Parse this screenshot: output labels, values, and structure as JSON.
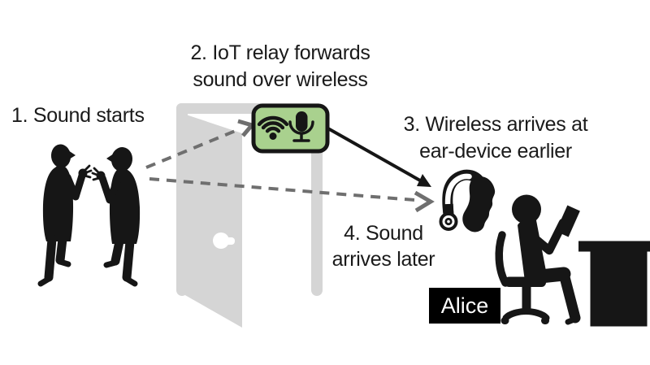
{
  "figure": {
    "type": "concept-diagram",
    "labels": {
      "step1": {
        "text": "1. Sound starts"
      },
      "step2": {
        "line1": "2. IoT relay forwards",
        "line2": "sound over wireless"
      },
      "step3": {
        "line1": "3. Wireless arrives at",
        "line2": "ear-device earlier"
      },
      "step4": {
        "line1": "4. Sound",
        "line2": "arrives later"
      },
      "person_name": "Alice"
    },
    "elements": {
      "speakers": "two people talking",
      "door": "open door between rooms",
      "relay": "IoT relay box with wifi and microphone icons",
      "ear_device": "behind-the-ear hearing aid",
      "listener": "Alice reading at a desk"
    },
    "arrows": {
      "sound_to_relay": "dashed gray arrow from speakers to IoT relay",
      "sound_to_ear": "dashed gray arrow from speakers to ear-device",
      "wireless_to_ear": "solid black arrow from IoT relay to ear-device"
    },
    "colors": {
      "ink": "#161616",
      "relay_fill": "#a9d18e",
      "door_gray": "#d5d5d5",
      "dashed_arrow_gray": "#6f6f6f",
      "name_label_bg": "#000000",
      "name_label_text": "#ffffff",
      "background": "#ffffff"
    }
  }
}
